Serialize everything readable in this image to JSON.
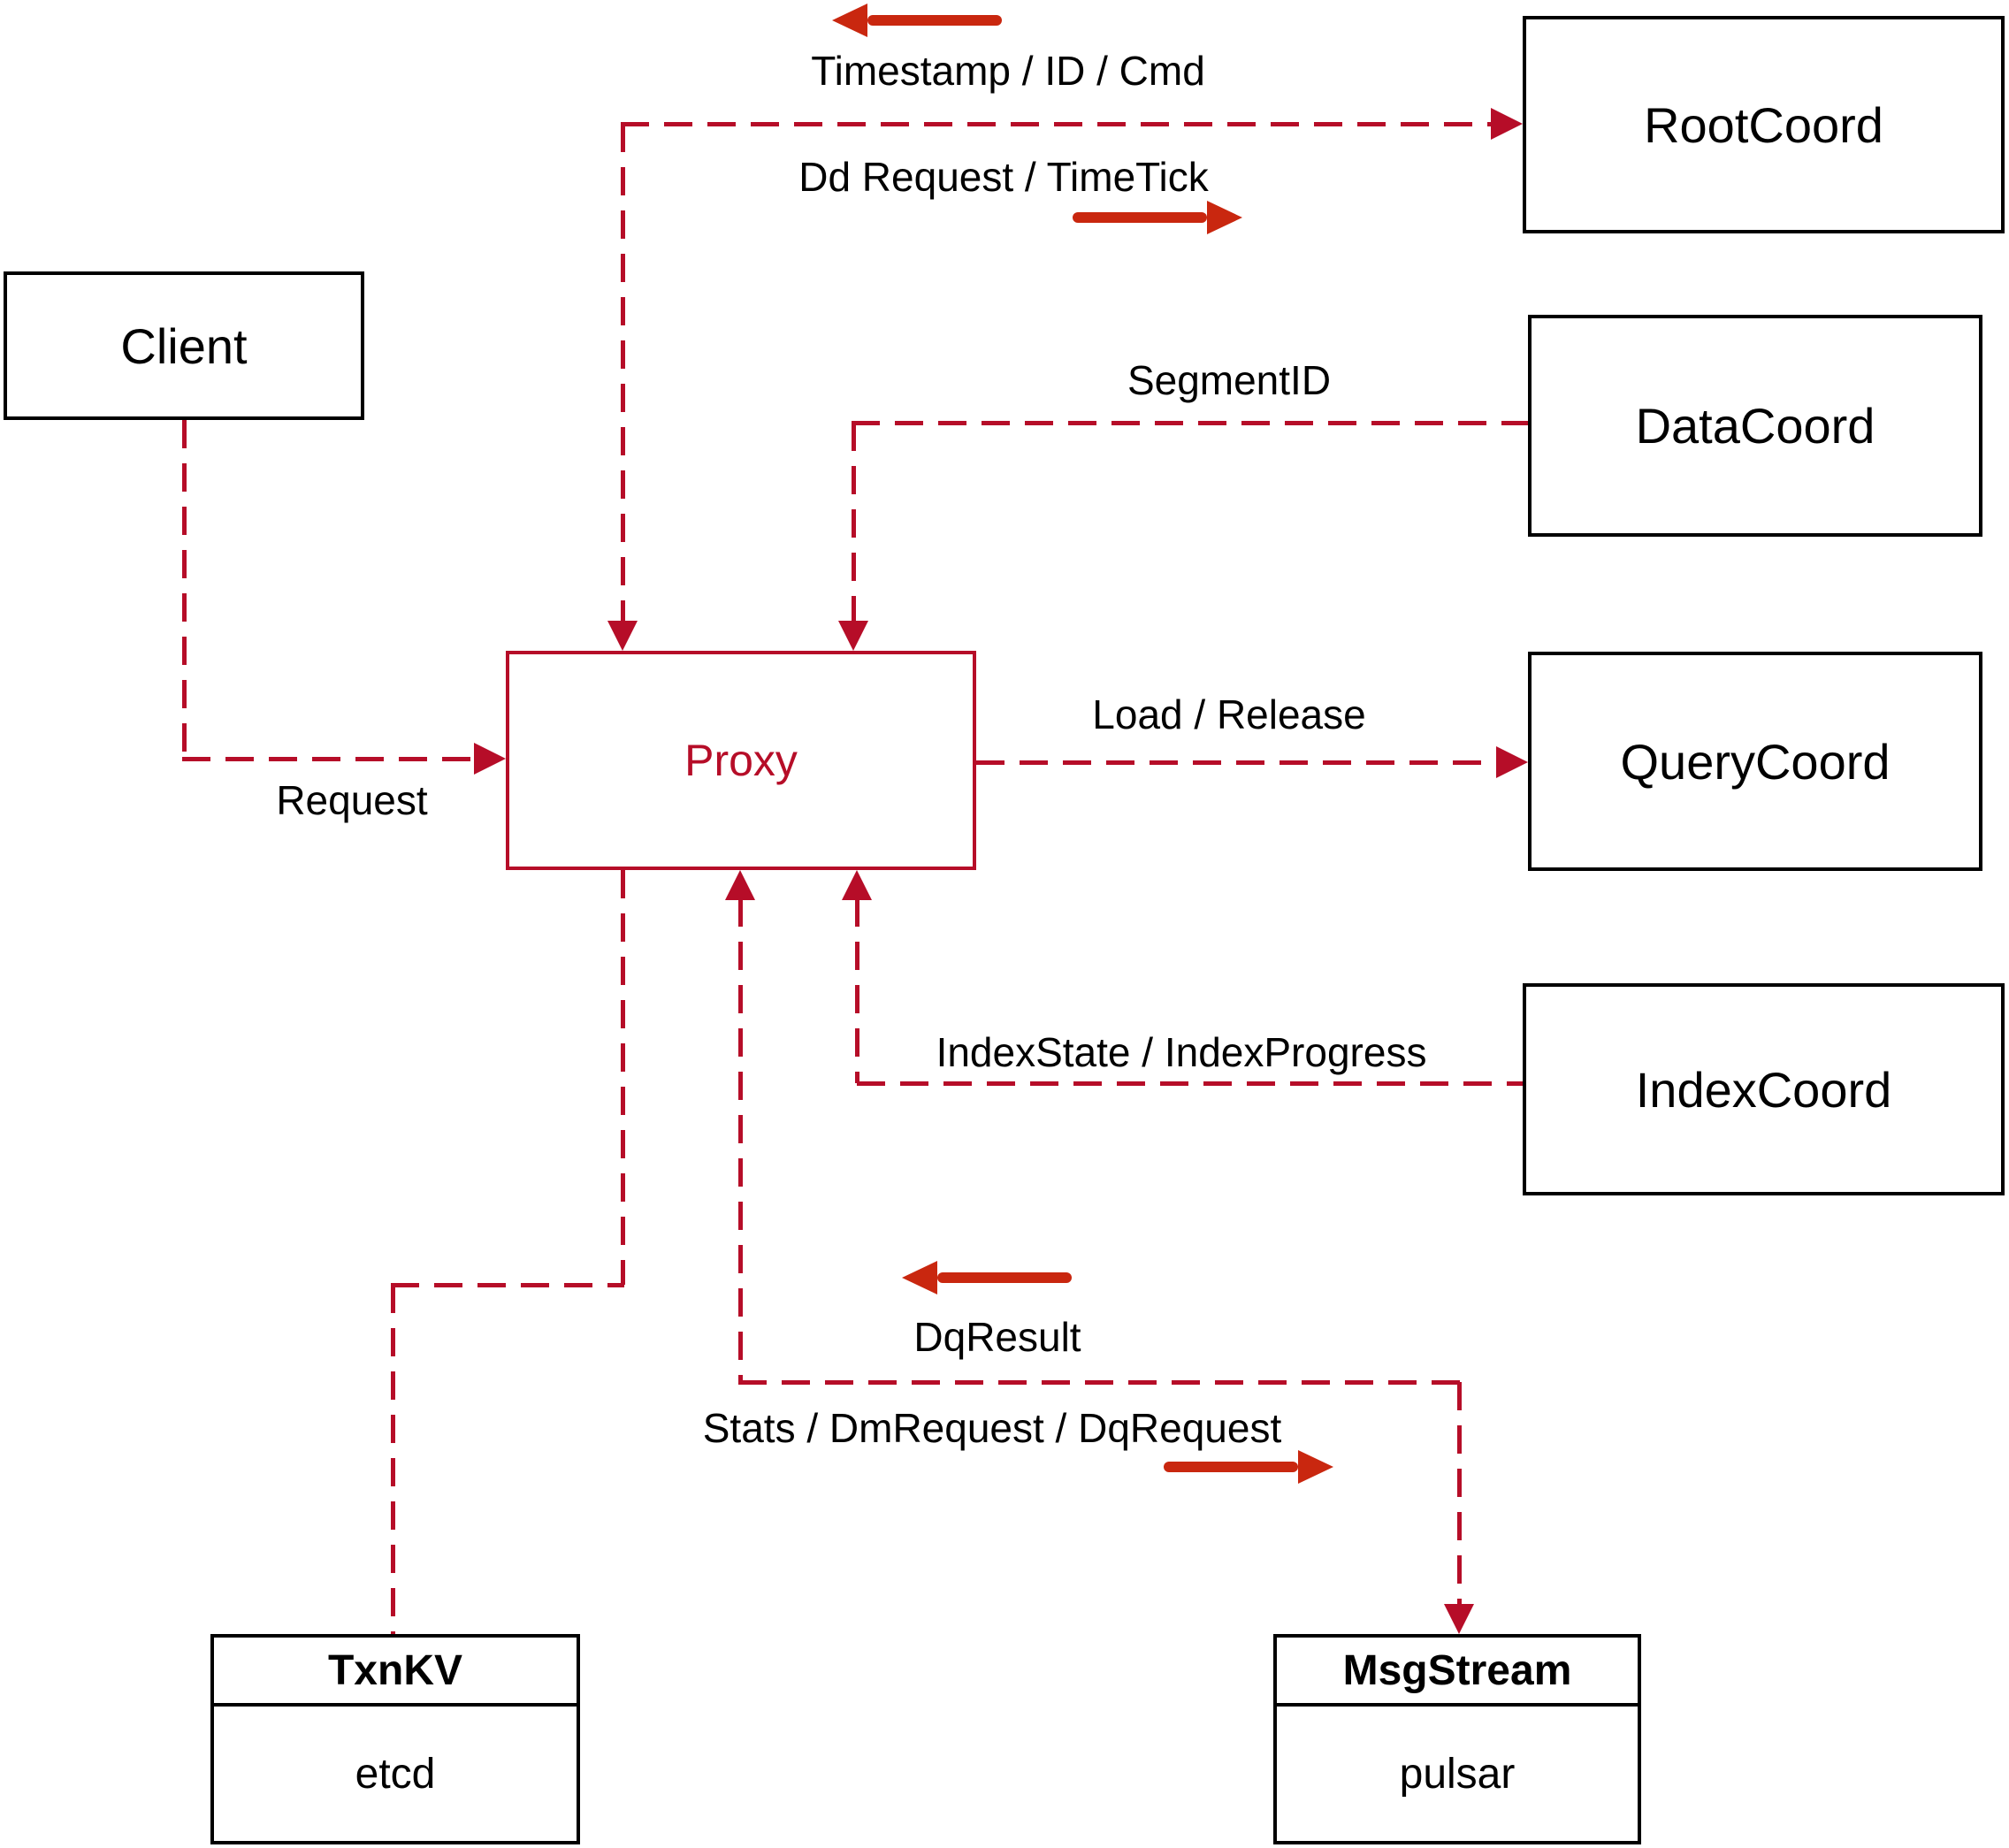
{
  "diagram": {
    "colors": {
      "dashed_line_red": "#b60d28",
      "thick_arrow_red": "#c9270f",
      "box_border_black": "#000000",
      "text_black": "#000000",
      "background": "#ffffff"
    },
    "nodes": {
      "client": {
        "label": "Client"
      },
      "proxy": {
        "label": "Proxy"
      },
      "root_coord": {
        "label": "RootCoord"
      },
      "data_coord": {
        "label": "DataCoord"
      },
      "query_coord": {
        "label": "QueryCoord"
      },
      "index_coord": {
        "label": "IndexCoord"
      },
      "txn_kv": {
        "title": "TxnKV",
        "body": "etcd"
      },
      "msg_stream": {
        "title": "MsgStream",
        "body": "pulsar"
      }
    },
    "edge_labels": {
      "timestamp_id_cmd": "Timestamp / ID / Cmd",
      "dd_request_timetick": "Dd Request / TimeTick",
      "segment_id": "SegmentID",
      "request": "Request",
      "load_release": "Load / Release",
      "index_state_index_progress": "IndexState / IndexProgress",
      "dq_result": "DqResult",
      "stats_dm_request_dq_request": "Stats / DmRequest / DqRequest"
    },
    "icons": {
      "left_arrow": "thick left-pointing arrow",
      "right_arrow": "thick right-pointing arrow",
      "arrowhead": "small solid triangle on dashed connector"
    }
  }
}
